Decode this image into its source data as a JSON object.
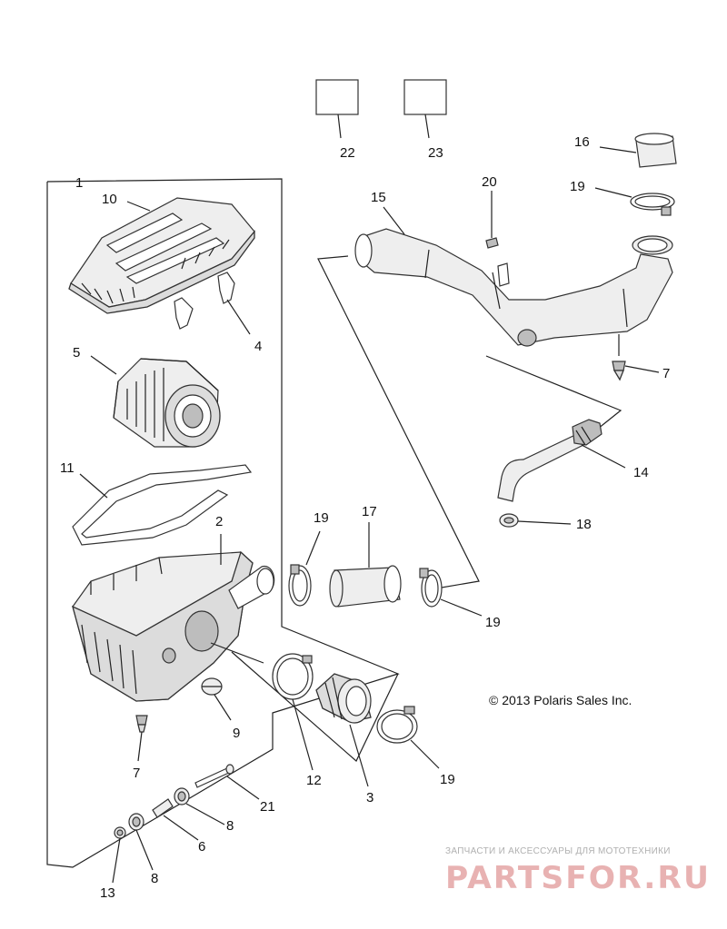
{
  "callouts": {
    "c1": "1",
    "c2": "2",
    "c3": "3",
    "c4": "4",
    "c5": "5",
    "c6": "6",
    "c7a": "7",
    "c7b": "7",
    "c8a": "8",
    "c8b": "8",
    "c9": "9",
    "c10": "10",
    "c11": "11",
    "c12": "12",
    "c13": "13",
    "c14": "14",
    "c15": "15",
    "c16": "16",
    "c17": "17",
    "c18": "18",
    "c19a": "19",
    "c19b": "19",
    "c19c": "19",
    "c19d": "19",
    "c20": "20",
    "c21": "21",
    "c22": "22",
    "c23": "23"
  },
  "copyright": "© 2013 Polaris Sales Inc.",
  "watermark": {
    "subtitle": "ЗАПЧАСТИ И АКСЕССУАРЫ ДЛЯ МОТОТЕХНИКИ",
    "brand": "PARTSFOR.RU"
  }
}
